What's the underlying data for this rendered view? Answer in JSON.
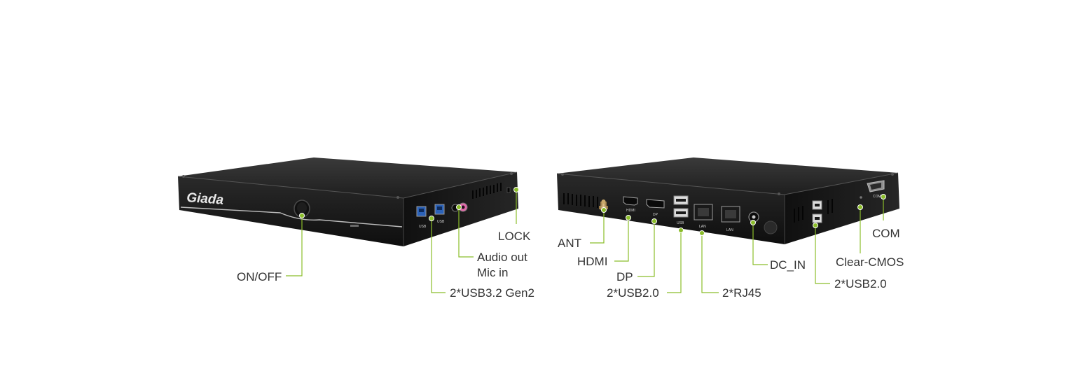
{
  "colors": {
    "accent": "#8bbd2a",
    "chassis": "#1c1c1c",
    "label_text": "#333333"
  },
  "front_unit": {
    "brand": "Giada",
    "port_marks": {
      "usb_left": "USB",
      "usb_right": "USB"
    },
    "callouts": {
      "lock": "LOCK",
      "audio_out": "Audio out",
      "mic_in": "Mic in",
      "on_off": "ON/OFF",
      "usb32": "2*USB3.2 Gen2"
    }
  },
  "rear_unit": {
    "port_marks": {
      "hdmi": "HDMI",
      "dp": "DP",
      "usb": "USB",
      "lan1": "LAN",
      "lan2": "LAN",
      "com": "COM"
    },
    "callouts": {
      "ant": "ANT",
      "hdmi": "HDMI",
      "dp": "DP",
      "usb20_rear": "2*USB2.0",
      "rj45": "2*RJ45",
      "dc_in": "DC_IN",
      "clear_cmos": "Clear-CMOS",
      "com": "COM",
      "usb20_side": "2*USB2.0"
    }
  }
}
